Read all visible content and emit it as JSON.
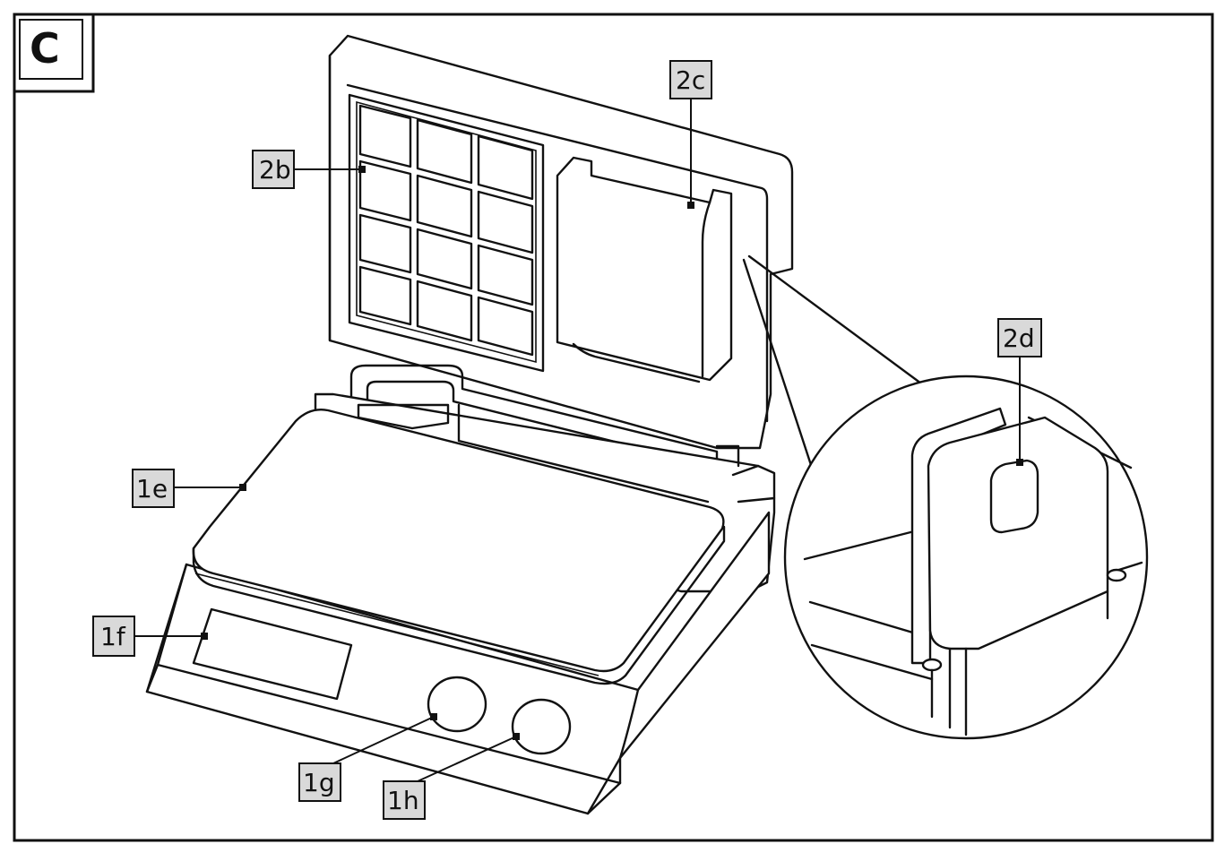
{
  "figure": {
    "panel_letter": "C",
    "labels": {
      "l_2b": "2b",
      "l_2c": "2c",
      "l_2d": "2d",
      "l_1e": "1e",
      "l_1f": "1f",
      "l_1g": "1g",
      "l_1h": "1h"
    }
  }
}
